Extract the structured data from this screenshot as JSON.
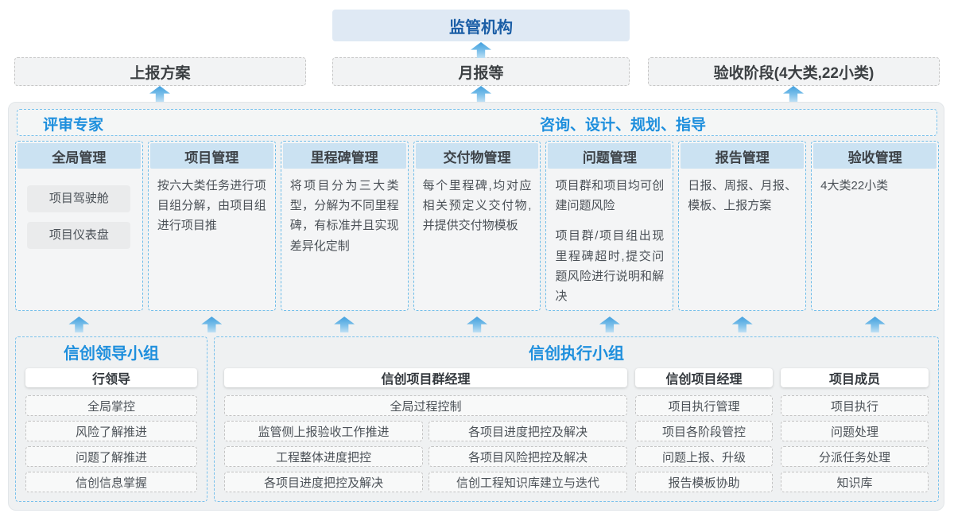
{
  "top": {
    "regulator": "监管机构",
    "report_boxes": [
      "上报方案",
      "月报等",
      "验收阶段(4大类,22小类)"
    ]
  },
  "main": {
    "experts_label": "评审专家",
    "guidance_label": "咨询、设计、规划、指导",
    "columns": [
      {
        "title": "全局管理",
        "pills": [
          "项目驾驶舱",
          "项目仪表盘"
        ]
      },
      {
        "title": "项目管理",
        "paragraphs": [
          "按六大类任务进行项目组分解，由项目组进行项目推"
        ]
      },
      {
        "title": "里程碑管理",
        "paragraphs": [
          "将项目分为三大类型，分解为不同里程碑，有标准并且实现差异化定制"
        ]
      },
      {
        "title": "交付物管理",
        "paragraphs": [
          "每个里程碑,均对应相关预定义交付物,并提供交付物模板"
        ]
      },
      {
        "title": "问题管理",
        "paragraphs": [
          "项目群和项目均可创建问题风险",
          "项目群/项目组出现里程碑超时,提交问题风险进行说明和解决"
        ]
      },
      {
        "title": "报告管理",
        "paragraphs": [
          "日报、周报、月报、模板、上报方案"
        ]
      },
      {
        "title": "验收管理",
        "paragraphs": [
          "4大类22小类"
        ]
      }
    ]
  },
  "bottom": {
    "leadership": {
      "title": "信创领导小组",
      "role": "行领导",
      "items": [
        "全局掌控",
        "风险了解推进",
        "问题了解推进",
        "信创信息掌握"
      ]
    },
    "execution": {
      "title": "信创执行小组",
      "program_manager": {
        "role": "信创项目群经理",
        "full_item": "全局过程控制",
        "left_items": [
          "监管侧上报验收工作推进",
          "工程整体进度把控",
          "各项目进度把控及解决"
        ],
        "right_items": [
          "各项目进度把控及解决",
          "各项目风险把控及解决",
          "信创工程知识库建立与迭代"
        ]
      },
      "project_manager": {
        "role": "信创项目经理",
        "items": [
          "项目执行管理",
          "项目各阶段管控",
          "问题上报、升级",
          "报告模板协助"
        ]
      },
      "member": {
        "role": "项目成员",
        "items": [
          "项目执行",
          "问题处理",
          "分派任务处理",
          "知识库"
        ]
      }
    }
  },
  "colors": {
    "accent_blue": "#1e8fdd",
    "regulator_text": "#1b5ea6",
    "regulator_bg": "#dfe9f4",
    "column_header_bg": "#cbe2f2",
    "dashed_blue_border": "#79c1ec",
    "arrow_top": "#42a0de",
    "arrow_bottom": "#bfe0f4"
  }
}
